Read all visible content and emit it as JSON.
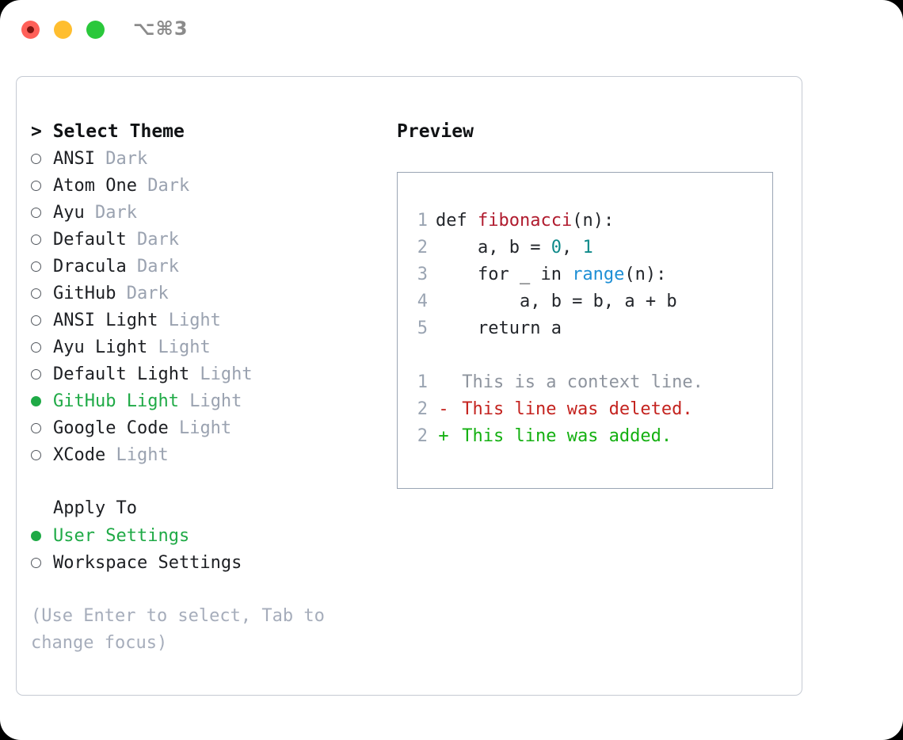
{
  "titlebar": {
    "shortcut": "⌥⌘3",
    "dots": [
      "close-red",
      "minimize-yellow",
      "maximize-green"
    ]
  },
  "left": {
    "heading": "> Select Theme",
    "themes": [
      {
        "name": "ANSI",
        "suffix": "Dark",
        "selected": false
      },
      {
        "name": "Atom One",
        "suffix": "Dark",
        "selected": false
      },
      {
        "name": "Ayu",
        "suffix": "Dark",
        "selected": false
      },
      {
        "name": "Default",
        "suffix": "Dark",
        "selected": false
      },
      {
        "name": "Dracula",
        "suffix": "Dark",
        "selected": false
      },
      {
        "name": "GitHub",
        "suffix": "Dark",
        "selected": false
      },
      {
        "name": "ANSI Light",
        "suffix": "Light",
        "selected": false
      },
      {
        "name": "Ayu Light",
        "suffix": "Light",
        "selected": false
      },
      {
        "name": "Default Light",
        "suffix": "Light",
        "selected": false
      },
      {
        "name": "GitHub Light",
        "suffix": "Light",
        "selected": true
      },
      {
        "name": "Google Code",
        "suffix": "Light",
        "selected": false
      },
      {
        "name": "XCode",
        "suffix": "Light",
        "selected": false
      }
    ],
    "apply_to_heading": "Apply To",
    "apply_to": [
      {
        "name": "User Settings",
        "selected": true
      },
      {
        "name": "Workspace Settings",
        "selected": false
      }
    ],
    "hint": "(Use Enter to select, Tab to change focus)"
  },
  "right": {
    "heading": "Preview",
    "code": [
      {
        "no": "1",
        "tokens": [
          {
            "t": "def ",
            "c": "kw"
          },
          {
            "t": "fibonacci",
            "c": "fn"
          },
          {
            "t": "(n):",
            "c": "plain"
          }
        ]
      },
      {
        "no": "2",
        "tokens": [
          {
            "t": "    a, b = ",
            "c": "plain"
          },
          {
            "t": "0",
            "c": "num"
          },
          {
            "t": ", ",
            "c": "plain"
          },
          {
            "t": "1",
            "c": "num"
          }
        ]
      },
      {
        "no": "3",
        "tokens": [
          {
            "t": "    for _ in ",
            "c": "kw"
          },
          {
            "t": "range",
            "c": "call"
          },
          {
            "t": "(n):",
            "c": "plain"
          }
        ]
      },
      {
        "no": "4",
        "tokens": [
          {
            "t": "        a, b = b, a + b",
            "c": "plain"
          }
        ]
      },
      {
        "no": "5",
        "tokens": [
          {
            "t": "    return a",
            "c": "kw"
          }
        ]
      }
    ],
    "diff": [
      {
        "no": "1",
        "marker": " ",
        "text": "This is a context line.",
        "kind": "ctx"
      },
      {
        "no": "2",
        "marker": "-",
        "text": "This line was deleted.",
        "kind": "del"
      },
      {
        "no": "2",
        "marker": "+",
        "text": "This line was added.",
        "kind": "add"
      }
    ]
  },
  "colors": {
    "accent_green": "#1faa46",
    "diff_add": "#14b011",
    "diff_delete": "#c4231f",
    "muted": "#9aa2b0",
    "function_red": "#b01b2e",
    "number_teal": "#0f8a8a",
    "call_blue": "#1e8fd5"
  }
}
